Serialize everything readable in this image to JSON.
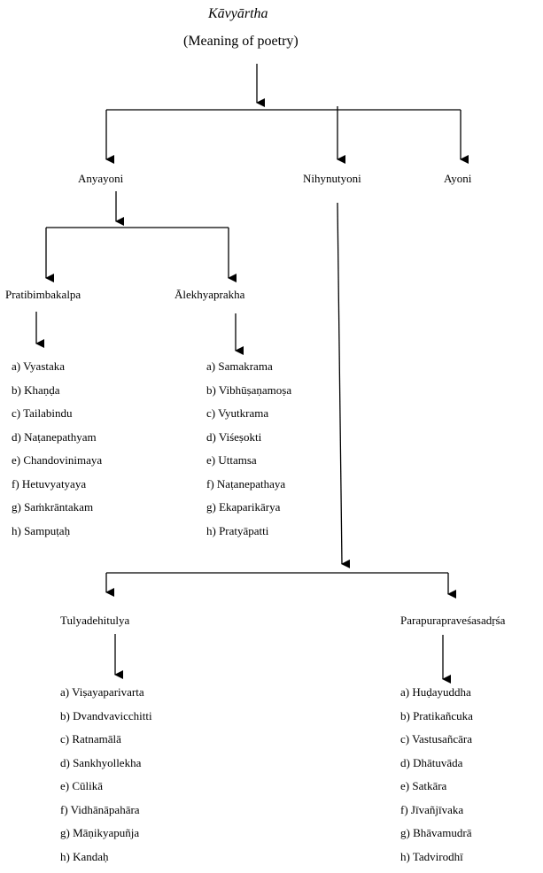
{
  "root": {
    "title": "Kāvyārtha",
    "subtitle": "(Meaning of poetry)"
  },
  "level1": {
    "anyayoni": "Anyayoni",
    "nihynutyoni": "Nihynutyoni",
    "ayoni": "Ayoni"
  },
  "level2": {
    "pratibimbakalpa": "Pratibimbakalpa",
    "alekhyaprakha": "Ālekhyaprakha"
  },
  "pratibimbakalpa_items": [
    "a) Vyastaka",
    "b) Khaṇḍa",
    "c) Tailabindu",
    "d) Naṭanepathyam",
    "e) Chandovinimaya",
    "f) Hetuvyatyaya",
    "g)  Saṁkrāntakam",
    "h)  Sampuṭaḥ"
  ],
  "alekhyaprakha_items": [
    "a)  Samakrama",
    "b) Vibhūṣaṇamoṣa",
    "c) Vyutkrama",
    "d) Viśeṣokti",
    "e) Uttamsa",
    "f)  Naṭanepathaya",
    "g) Ekaparikārya",
    "h)  Pratyāpatti"
  ],
  "level3": {
    "tulyadehitulya": "Tulyadehitulya",
    "parapurapravesa": "Parapurapraveśasadṛśa"
  },
  "tulyadehitulya_items": [
    "a) Viṣayaparivarta",
    "b) Dvandvavicchitti",
    "c) Ratnamālā",
    "d) Sankhyollekha",
    "e) Cūlikā",
    "f) Vidhānāpahāra",
    "g) Māṇikyapuñja",
    "h) Kandaḥ"
  ],
  "parapurapravesa_items": [
    "a) Huḍayuddha",
    "b) Pratikañcuka",
    "c) Vastusañcāra",
    "d) Dhātuvāda",
    "e) Satkāra",
    "f) Jīvañjīvaka",
    "g) Bhāvamudrā",
    "h) Tadvirodhī"
  ]
}
